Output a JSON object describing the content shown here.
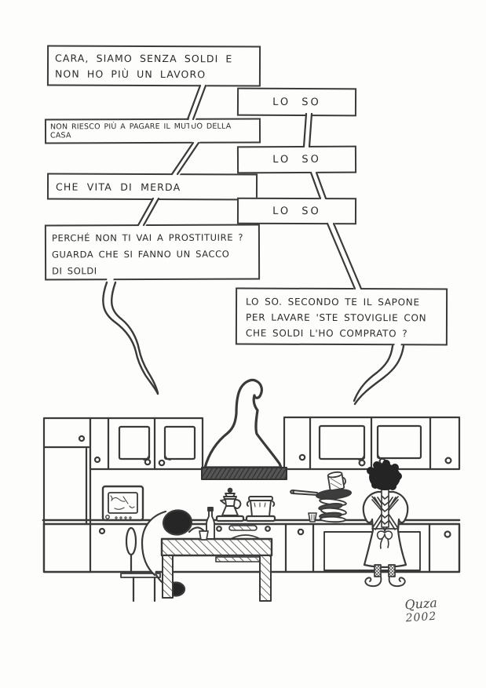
{
  "comic": {
    "language": "Italian",
    "bubbles": [
      {
        "speaker": "husband",
        "lines": [
          "CARA, SIAMO SENZA SOLDI E",
          "NON HO PIÙ UN LAVORO"
        ]
      },
      {
        "speaker": "wife",
        "lines": [
          "LO SO"
        ]
      },
      {
        "speaker": "husband",
        "lines": [
          "NON RIESCO PIÙ A PAGARE IL MUTUO DELLA CASA"
        ]
      },
      {
        "speaker": "wife",
        "lines": [
          "LO SO"
        ]
      },
      {
        "speaker": "husband",
        "lines": [
          "CHE VITA DI MERDA"
        ]
      },
      {
        "speaker": "wife",
        "lines": [
          "LO SO"
        ]
      },
      {
        "speaker": "husband",
        "lines": [
          "PERCHÉ NON TI VAI A PROSTITUIRE ?",
          "GUARDA CHE SI FANNO UN SACCO",
          "DI SOLDI"
        ]
      },
      {
        "speaker": "wife",
        "lines": [
          "LO SO. SECONDO TE IL SAPONE",
          "PER LAVARE 'STE STOVIGLIE CON",
          "CHE SOLDI L'HO COMPRATO ?"
        ]
      }
    ],
    "signature": {
      "name": "Quza",
      "year": "2002"
    },
    "colors": {
      "paper": "#fdfdfb",
      "ink": "#3a3a3a",
      "dark_fill": "#262626"
    },
    "scene": {
      "elements": [
        "tall-cabinet",
        "wall-cabinets",
        "range-hood",
        "tv-set",
        "moka-pot",
        "cooking-pot",
        "stove-front",
        "kitchen-table",
        "chair",
        "wine-bottle",
        "drinking-glass",
        "despairing-husband",
        "wife-washing-dishes",
        "frying-pan",
        "stack-of-dirty-plates",
        "mug",
        "water-glass"
      ]
    }
  }
}
